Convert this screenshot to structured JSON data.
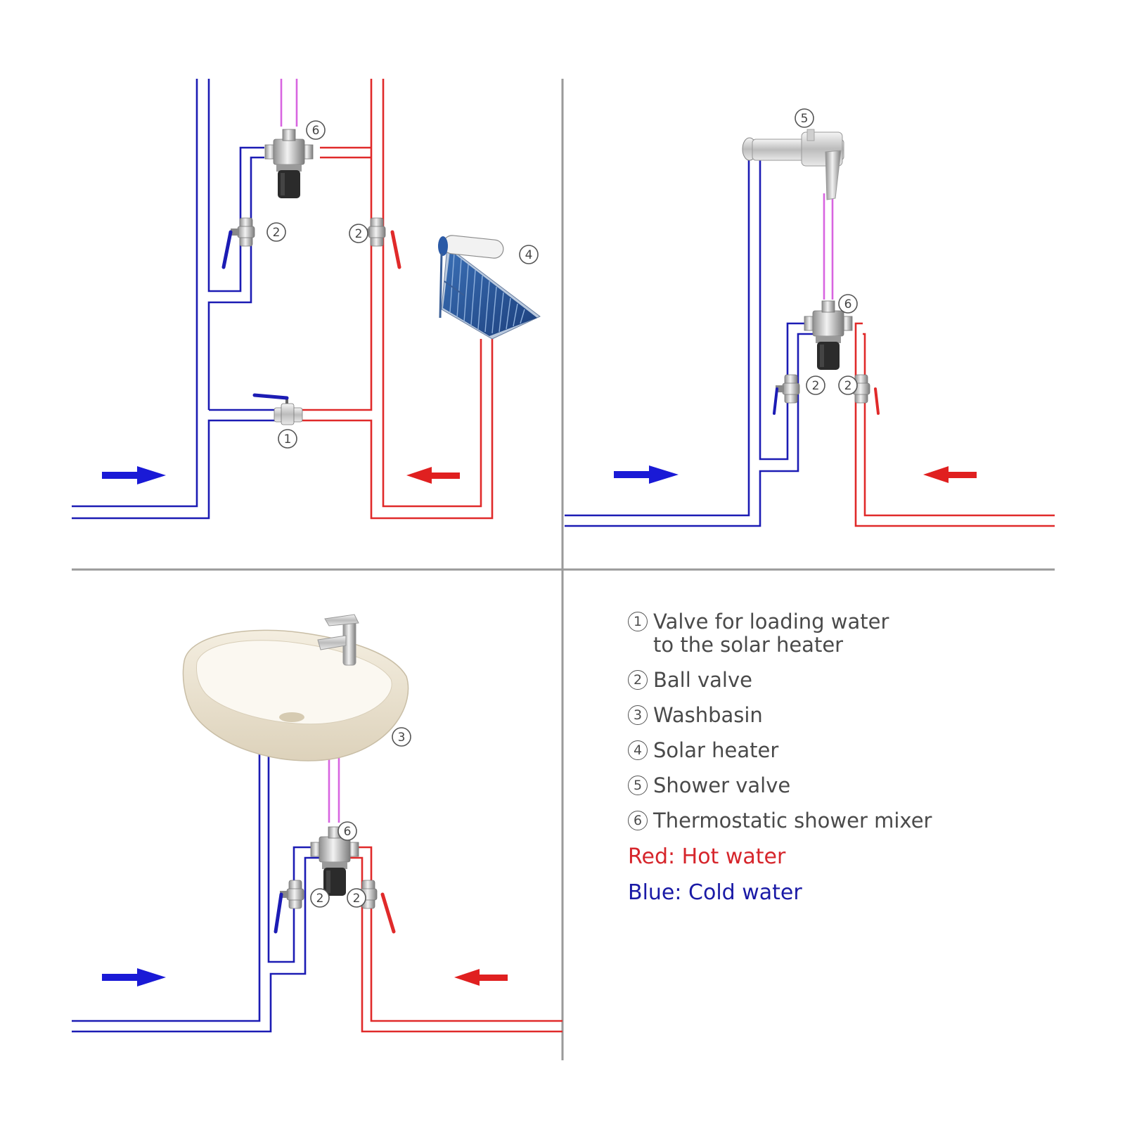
{
  "colors": {
    "cold": "#1c1cb4",
    "hot": "#e02a2a",
    "mixed": "#d865e0",
    "divider": "#9a9a9a",
    "label": "#4a4a4a"
  },
  "callouts": {
    "n1": "1",
    "n2": "2",
    "n3": "3",
    "n4": "4",
    "n5": "5",
    "n6": "6"
  },
  "legend": {
    "items": [
      {
        "num": "1",
        "line1": "Valve for loading water",
        "line2": "to the solar heater"
      },
      {
        "num": "2",
        "line1": "Ball valve"
      },
      {
        "num": "3",
        "line1": "Washbasin"
      },
      {
        "num": "4",
        "line1": "Solar heater"
      },
      {
        "num": "5",
        "line1": "Shower valve"
      },
      {
        "num": "6",
        "line1": "Thermostatic shower mixer"
      }
    ],
    "red_key": "Red:  Hot water",
    "blue_key": "Blue: Cold water"
  },
  "icons": [
    "thermostatic-mixer-icon",
    "ball-valve-icon",
    "solar-heater-icon",
    "shower-valve-icon",
    "washbasin-icon",
    "flow-arrow-icon"
  ]
}
